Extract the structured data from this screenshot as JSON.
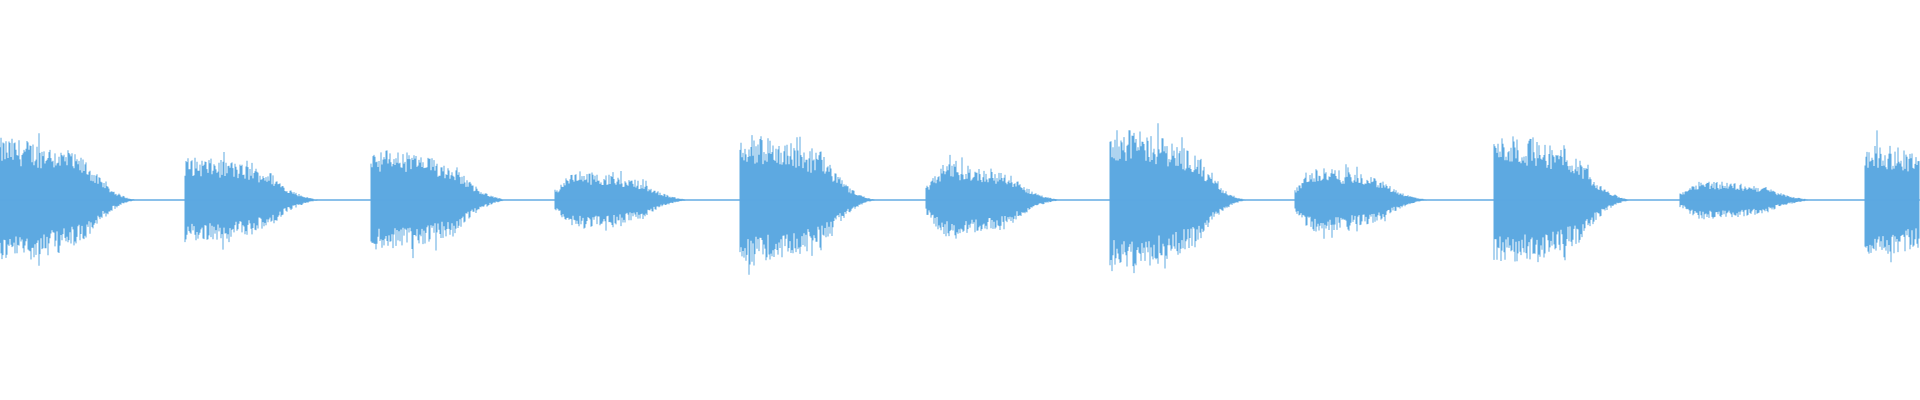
{
  "waveform": {
    "color": "#5DA9E1",
    "baseline": "center",
    "bursts": [
      {
        "start": 0.0,
        "peak": 0.8,
        "attack": "sharp"
      },
      {
        "start": 0.096,
        "peak": 0.55,
        "attack": "sharp"
      },
      {
        "start": 0.193,
        "peak": 0.66,
        "attack": "sharp"
      },
      {
        "start": 0.289,
        "peak": 0.38,
        "attack": "soft"
      },
      {
        "start": 0.385,
        "peak": 0.84,
        "attack": "sharp"
      },
      {
        "start": 0.482,
        "peak": 0.48,
        "attack": "soft"
      },
      {
        "start": 0.578,
        "peak": 0.92,
        "attack": "sharp"
      },
      {
        "start": 0.674,
        "peak": 0.42,
        "attack": "soft"
      },
      {
        "start": 0.778,
        "peak": 0.84,
        "attack": "sharp"
      },
      {
        "start": 0.875,
        "peak": 0.26,
        "attack": "soft"
      },
      {
        "start": 0.971,
        "peak": 0.72,
        "attack": "sharp"
      }
    ]
  }
}
